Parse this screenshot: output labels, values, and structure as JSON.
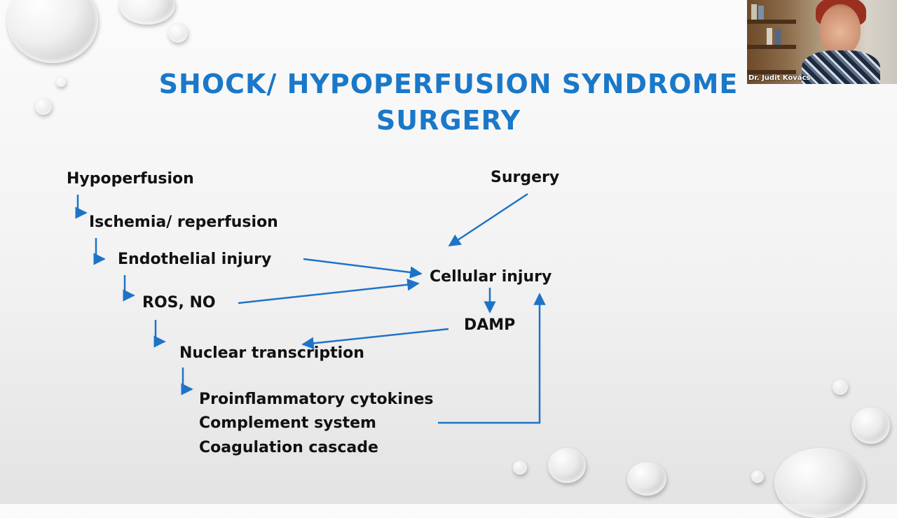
{
  "slide": {
    "title_line1": "SHOCK/ HYPOPERFUSION SYNDROME",
    "title_line2": "SURGERY",
    "nodes": {
      "hypoperfusion": "Hypoperfusion",
      "ischemia": "Ischemia/ reperfusion",
      "endothelial": "Endothelial injury",
      "ros": "ROS, NO",
      "nuclear": "Nuclear transcription",
      "cytokines": "Proinflammatory cytokines",
      "complement": "Complement system",
      "coagulation": "Coagulation cascade",
      "surgery": "Surgery",
      "cellular": "Cellular injury",
      "damp": "DAMP"
    },
    "colors": {
      "title": "#1a78c9",
      "arrow": "#1e73c8",
      "text": "#111111"
    }
  },
  "video": {
    "participant_name": "Dr. Judit Kovács"
  }
}
